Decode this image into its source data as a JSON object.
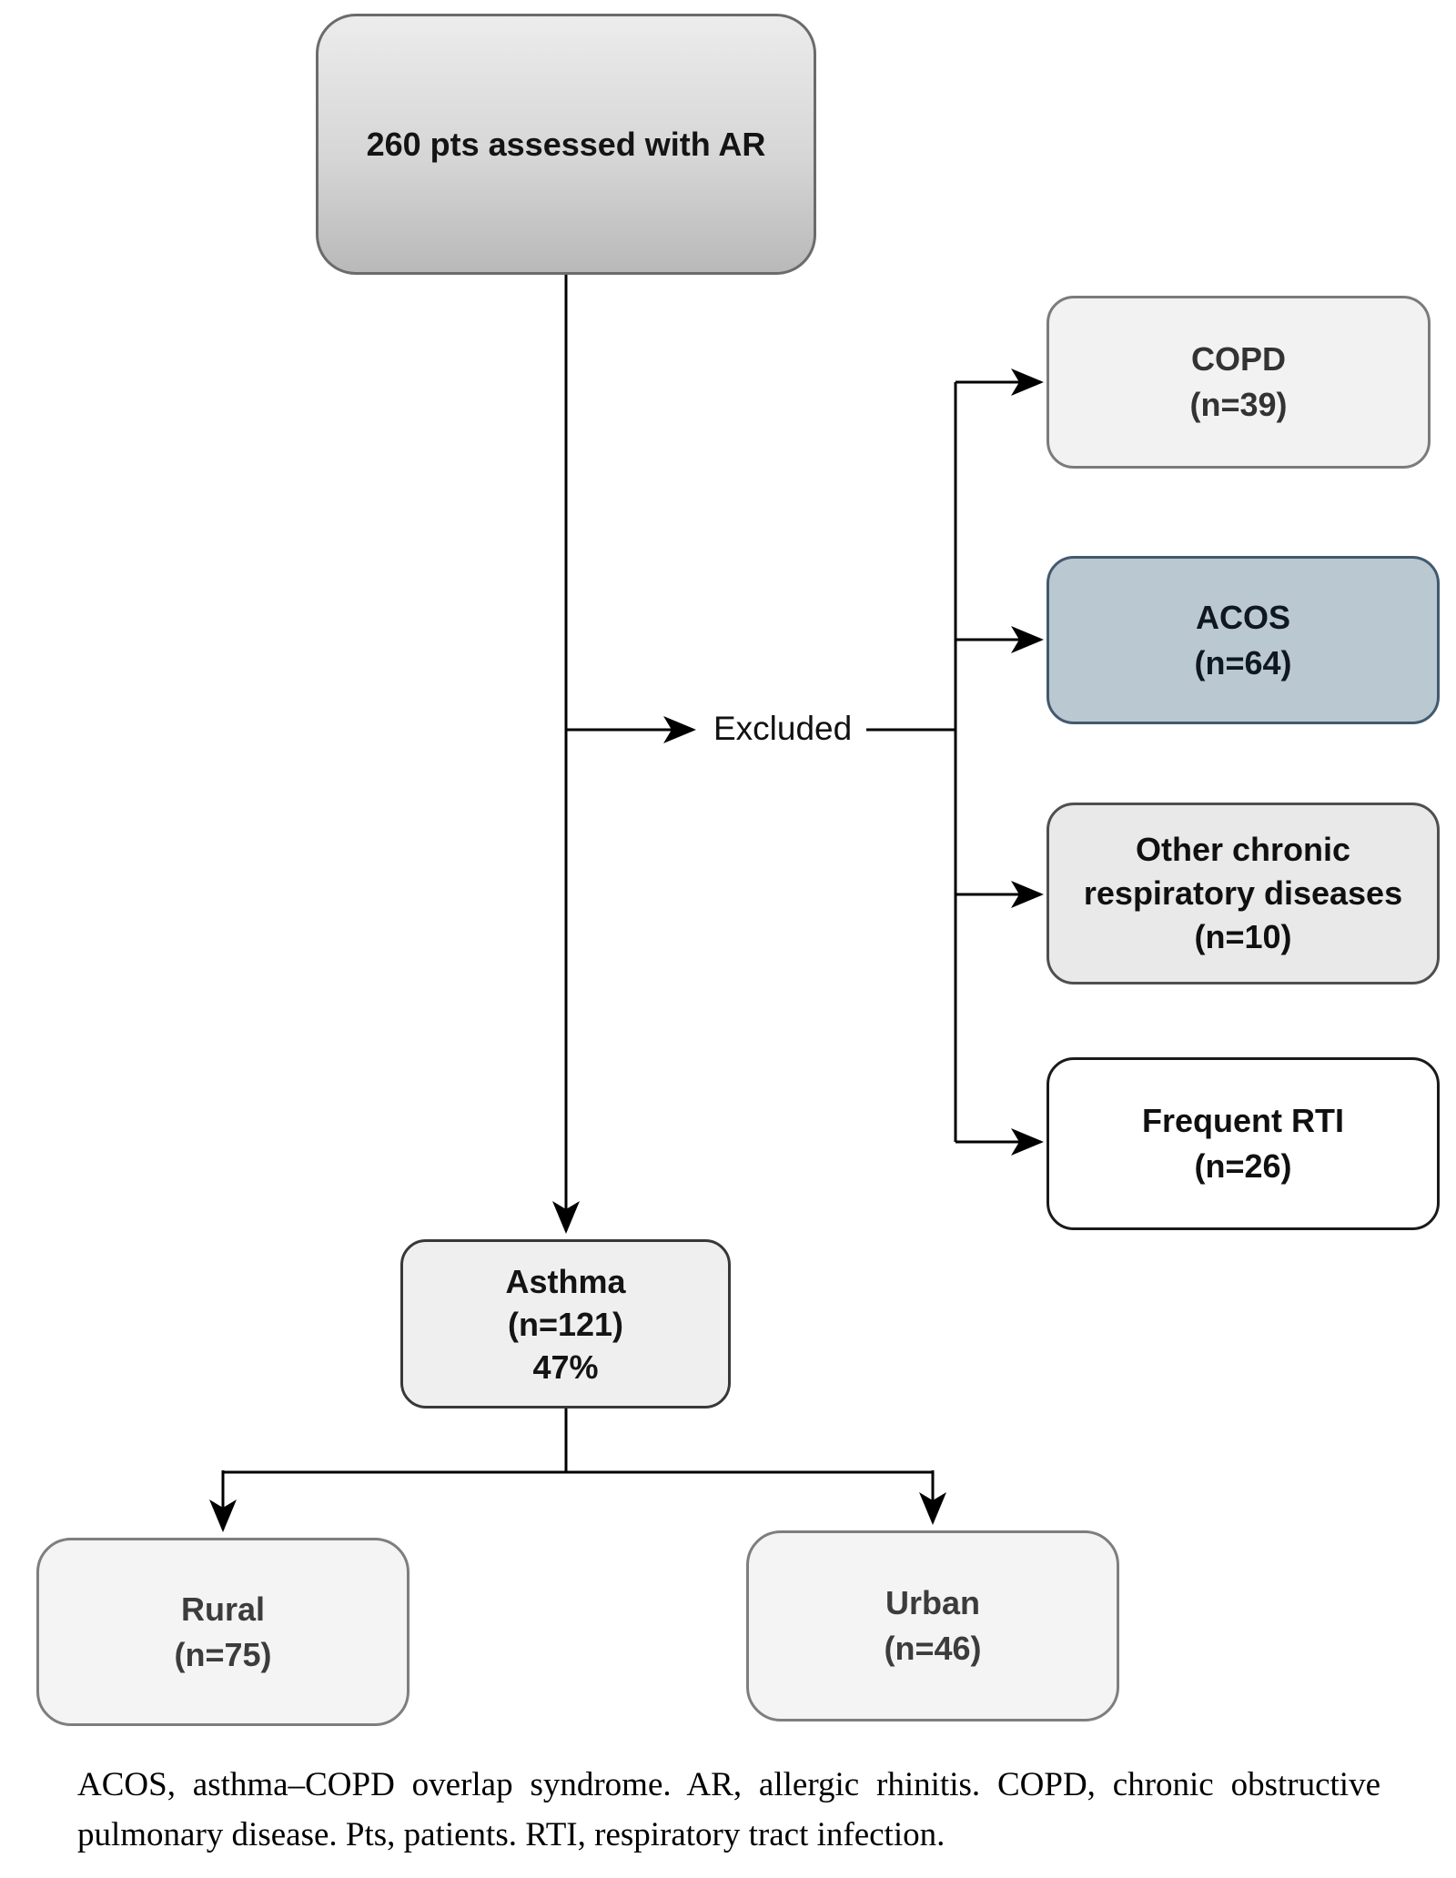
{
  "nodes": {
    "root": {
      "label": "260 pts assessed with AR"
    },
    "asthma": {
      "title": "Asthma",
      "count": "(n=121)",
      "percent": "47%"
    },
    "rural": {
      "title": "Rural",
      "count": "(n=75)"
    },
    "urban": {
      "title": "Urban",
      "count": "(n=46)"
    }
  },
  "excluded": [
    {
      "title": "COPD",
      "count": "(n=39)"
    },
    {
      "title": "ACOS",
      "count": "(n=64)"
    },
    {
      "title": "Other chronic respiratory diseases",
      "count": "(n=10)"
    },
    {
      "title": "Frequent RTI",
      "count": "(n=26)"
    }
  ],
  "labels": {
    "excluded": "Excluded"
  },
  "footnote": "ACOS, asthma–COPD overlap syndrome. AR, allergic rhinitis. COPD, chronic obstructive pulmonary disease. Pts, patients. RTI, respiratory tract infection.",
  "colors": {
    "line": "#000000",
    "acos_fill": "#bac8d2",
    "acos_border": "#42596e",
    "root_gradient_top": "#ececec",
    "root_gradient_bottom": "#b9b9b9",
    "root_border": "#6b6b6b"
  }
}
